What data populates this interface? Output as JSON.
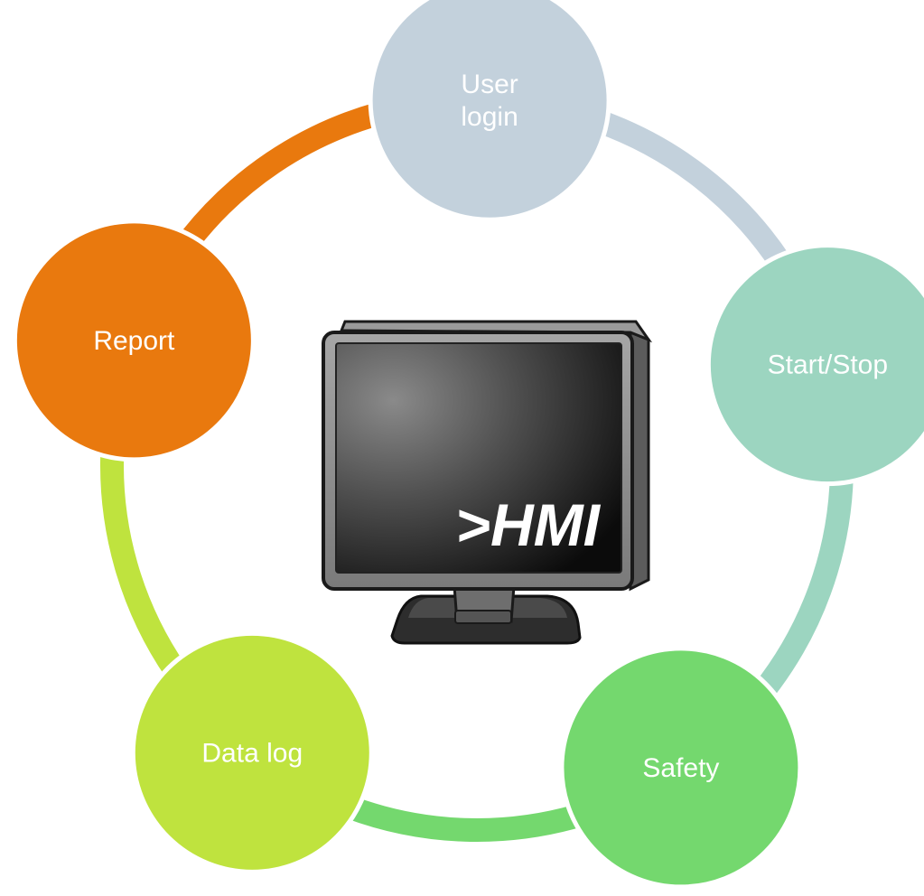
{
  "nodes": [
    {
      "id": "user-login",
      "lines": [
        "User",
        "login"
      ],
      "color": "#C3D1DC"
    },
    {
      "id": "start-stop",
      "lines": [
        "Start/Stop"
      ],
      "color": "#9CD5C0"
    },
    {
      "id": "safety",
      "lines": [
        "Safety"
      ],
      "color": "#74D86E"
    },
    {
      "id": "data-log",
      "lines": [
        "Data log"
      ],
      "color": "#BFE33E"
    },
    {
      "id": "report",
      "lines": [
        "Report"
      ],
      "color": "#E9790E"
    }
  ],
  "cycle_arrows": [
    {
      "from": "user-login",
      "to": "start-stop",
      "color": "#C3D1DC"
    },
    {
      "from": "start-stop",
      "to": "safety",
      "color": "#9CD5C0"
    },
    {
      "from": "safety",
      "to": "data-log",
      "color": "#74D86E"
    },
    {
      "from": "data-log",
      "to": "report",
      "color": "#BFE33E"
    },
    {
      "from": "report",
      "to": "user-login",
      "color": "#E9790E"
    }
  ],
  "center_icon": {
    "name": "monitor-icon",
    "screen_text": ">HMI"
  }
}
